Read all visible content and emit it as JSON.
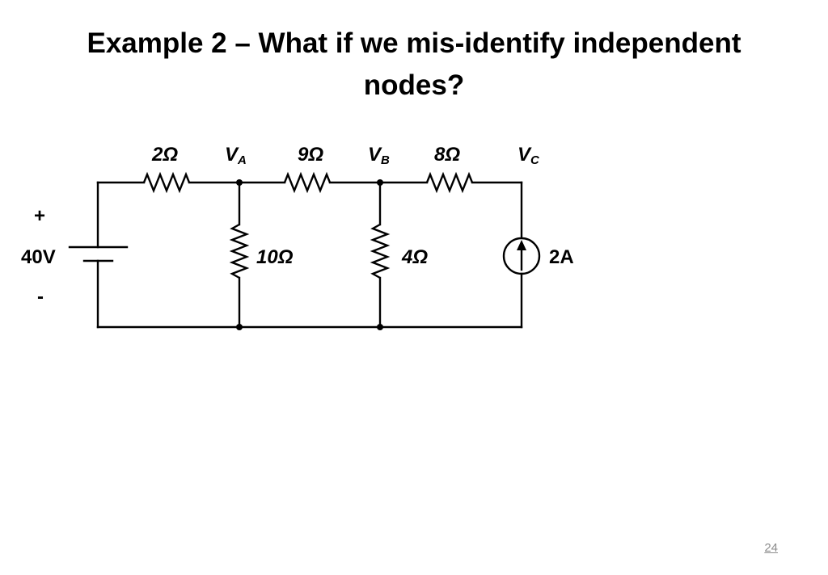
{
  "slide": {
    "title_line1": "Example 2 – What if we mis-identify independent",
    "title_line2": "nodes?",
    "page_number": "24"
  },
  "circuit": {
    "source_polarity_plus": "+",
    "source_voltage": "40V",
    "source_polarity_minus": "-",
    "resistors": {
      "r_series_1": "2Ω",
      "r_series_2": "9Ω",
      "r_series_3": "8Ω",
      "r_shunt_a": "10Ω",
      "r_shunt_b": "4Ω"
    },
    "nodes": {
      "a": {
        "main": "V",
        "sub": "A"
      },
      "b": {
        "main": "V",
        "sub": "B"
      },
      "c": {
        "main": "V",
        "sub": "C"
      }
    },
    "current_source": "2A"
  }
}
